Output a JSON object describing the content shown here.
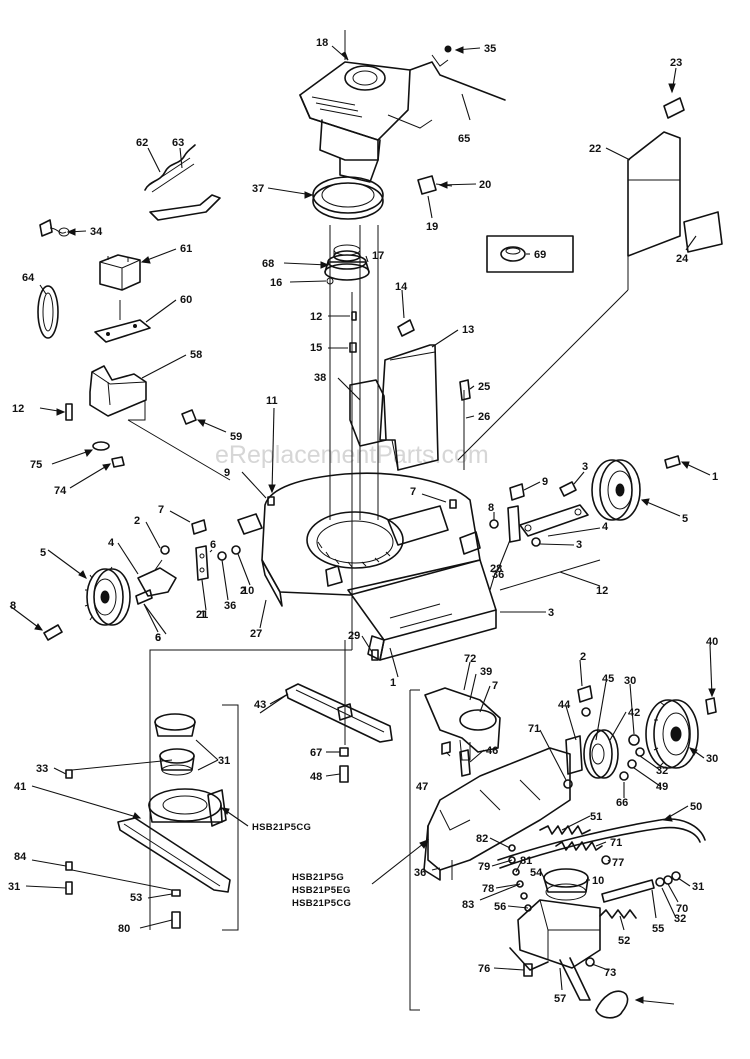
{
  "watermark": "eReplacementParts.com",
  "model_labels": {
    "left_group": "HSB21P5CG",
    "right_group": [
      "HSB21P5G",
      "HSB21P5EG",
      "HSB21P5CG"
    ]
  },
  "callouts": [
    "18",
    "35",
    "23",
    "62",
    "63",
    "22",
    "37",
    "20",
    "65",
    "19",
    "34",
    "61",
    "68",
    "17",
    "69",
    "24",
    "16",
    "64",
    "60",
    "14",
    "13",
    "12",
    "15",
    "58",
    "38",
    "25",
    "26",
    "12",
    "11",
    "59",
    "75",
    "9",
    "74",
    "3",
    "1",
    "7",
    "9",
    "7",
    "5",
    "2",
    "8",
    "4",
    "4",
    "5",
    "6",
    "36",
    "2",
    "3",
    "6",
    "1",
    "8",
    "36",
    "10",
    "27",
    "12",
    "28",
    "3",
    "6",
    "21",
    "29",
    "1",
    "40",
    "72",
    "39",
    "7",
    "2",
    "45",
    "30",
    "43",
    "44",
    "42",
    "71",
    "33",
    "31",
    "67",
    "46",
    "30",
    "41",
    "47",
    "32",
    "48",
    "49",
    "66",
    "50",
    "51",
    "71",
    "82",
    "77",
    "79",
    "81",
    "10",
    "36",
    "83",
    "78",
    "54",
    "31",
    "84",
    "56",
    "70",
    "31",
    "53",
    "55",
    "32",
    "80",
    "52",
    "76",
    "73",
    "57"
  ]
}
